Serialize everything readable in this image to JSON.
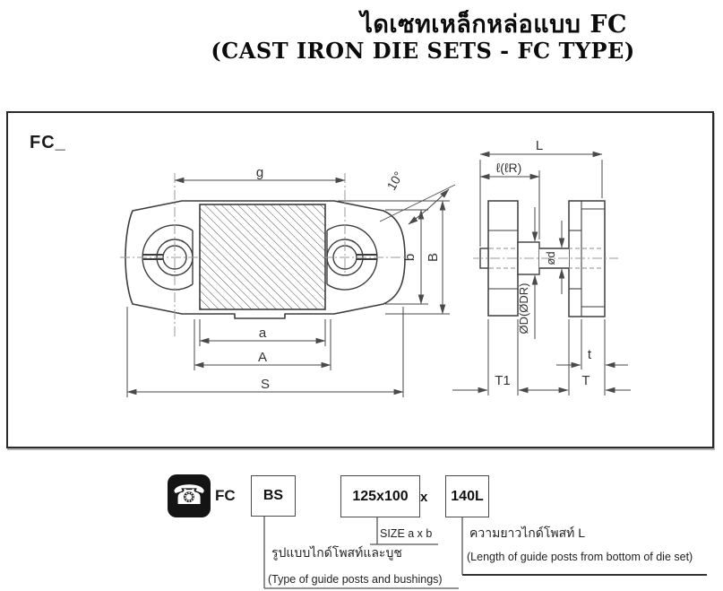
{
  "title": {
    "thai": "ไดเซทเหล็กหล่อแบบ FC",
    "english": "(CAST IRON DIE SETS - FC TYPE)"
  },
  "drawing": {
    "model_label": "FC_",
    "dims": {
      "g": "g",
      "a": "a",
      "A": "A",
      "S": "S",
      "b": "b",
      "B": "B",
      "angle": "10°",
      "L": "L",
      "l_guide": "ℓ(ℓR)",
      "od_post": "ød",
      "OD_bushing": "ØD(ØDR)",
      "T1": "T1",
      "T": "T",
      "t": "t"
    }
  },
  "ordering": {
    "phone_icon": "phone-icon",
    "prefix": "FC",
    "type_code": "BS",
    "size_code": "125x100",
    "separator": "x",
    "length_code": "140L",
    "size_note": "SIZE a x b",
    "length_note_thai": "ความยาวไกด์โพสท์ L",
    "length_note_en": "(Length of guide posts from bottom of die set)",
    "type_note_thai": "รูปแบบไกด์โพสท์และบูช",
    "type_note_en": "(Type of guide posts and bushings)"
  },
  "colors": {
    "outline": "#3d3d3d",
    "dimension": "#4a4a4a",
    "centerline": "#9a9a9a",
    "hidden_line": "#888888",
    "icon_bg": "#141414"
  }
}
